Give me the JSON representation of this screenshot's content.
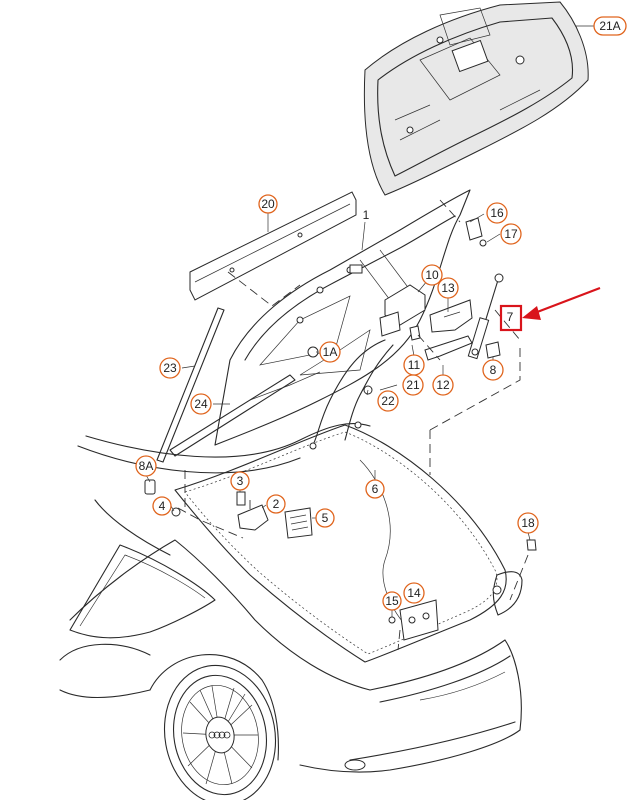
{
  "callouts": [
    {
      "id": "c21a",
      "label": "21A"
    },
    {
      "id": "c20",
      "label": "20"
    },
    {
      "id": "c1",
      "label": "1"
    },
    {
      "id": "c16",
      "label": "16"
    },
    {
      "id": "c17",
      "label": "17"
    },
    {
      "id": "c10",
      "label": "10"
    },
    {
      "id": "c13",
      "label": "13"
    },
    {
      "id": "c7",
      "label": "7"
    },
    {
      "id": "c1a",
      "label": "1A"
    },
    {
      "id": "c11",
      "label": "11"
    },
    {
      "id": "c8",
      "label": "8"
    },
    {
      "id": "c23",
      "label": "23"
    },
    {
      "id": "c21",
      "label": "21"
    },
    {
      "id": "c12",
      "label": "12"
    },
    {
      "id": "c22",
      "label": "22"
    },
    {
      "id": "c24",
      "label": "24"
    },
    {
      "id": "c8a",
      "label": "8A"
    },
    {
      "id": "c6",
      "label": "6"
    },
    {
      "id": "c3",
      "label": "3"
    },
    {
      "id": "c2",
      "label": "2"
    },
    {
      "id": "c4",
      "label": "4"
    },
    {
      "id": "c5",
      "label": "5"
    },
    {
      "id": "c18",
      "label": "18"
    },
    {
      "id": "c15",
      "label": "15"
    },
    {
      "id": "c14",
      "label": "14"
    }
  ],
  "colors": {
    "callout_stroke": "#e0651e",
    "highlight_box": "#d9141b",
    "arrow": "#d9141b",
    "line_art": "#2a2a2a",
    "background": "#ffffff"
  },
  "highlighted_part": "7",
  "icons": {
    "brand_logo": "four-rings-logo"
  }
}
